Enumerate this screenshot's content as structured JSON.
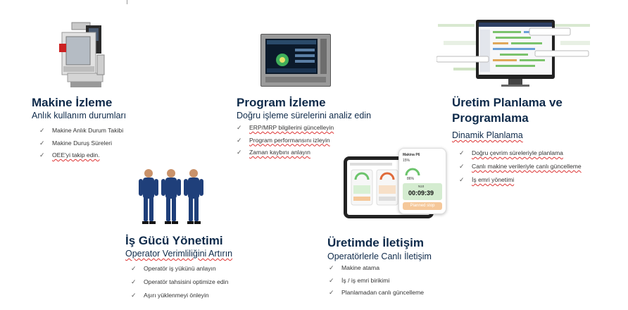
{
  "sections": {
    "machine": {
      "title": "Makine İzleme",
      "subtitle": "Anlık kullanım durumları",
      "items": [
        "Makine Anlık Durum Takibi",
        "Makine Duruş Süreleri",
        "OEE'yi takip edin."
      ]
    },
    "program": {
      "title": "Program İzleme",
      "subtitle": "Doğru işleme sürelerini analiz edin",
      "items": [
        "ERP/MRP bilgilerini güncelleyin",
        "Program performansını izleyin",
        "Zaman kaybını anlayın"
      ]
    },
    "planning": {
      "title_line1": "Üretim Planlama ve",
      "title_line2": "Programlama",
      "subtitle": "Dinamik Planlama",
      "items": [
        "Doğru çevrim süreleriyle planlama",
        "Canlı makine verileriyle canlı güncelleme",
        "İş emri yönetimi"
      ]
    },
    "workforce": {
      "title": "İş Gücü Yönetimi",
      "subtitle": "Operator Verimliliğini Artırın",
      "items": [
        "Operatör iş yükünü anlayın",
        "Operatör tahsisini optimize edin",
        "Aşırı yüklenmeyi önleyin"
      ]
    },
    "communication": {
      "title": "Üretimde İletişim",
      "subtitle": "Operatörlerle Canlı İletişim",
      "items": [
        "Makine atama",
        "İş / iş emri birikimi",
        "Planlamadan canlı güncelleme"
      ]
    }
  },
  "check_symbol": "✓",
  "phone": {
    "machine": "Makina P6",
    "pct": "15%",
    "gauge_pct": "86%",
    "timer": "00:09:39",
    "status": "Planned stop",
    "code": "N10"
  },
  "colors": {
    "heading": "#0e2a4a",
    "green": "#6cc46c",
    "orange": "#f5c89a",
    "worker": "#1f3f7a"
  }
}
